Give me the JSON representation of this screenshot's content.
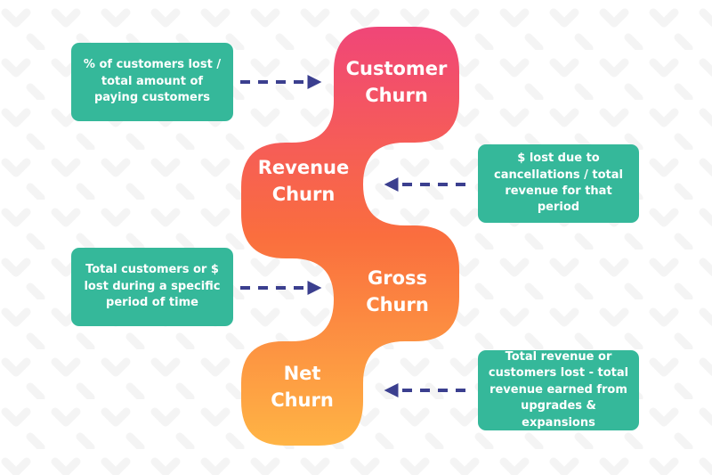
{
  "colors": {
    "gradient_top": "#f04678",
    "gradient_mid": "#fa6e3e",
    "gradient_bottom": "#ffb445",
    "box": "#35b89a",
    "arrow": "#3b3f8f",
    "pattern": "#f4f4f4"
  },
  "stages": [
    {
      "label": "Customer\nChurn"
    },
    {
      "label": "Revenue\nChurn"
    },
    {
      "label": "Gross\nChurn"
    },
    {
      "label": "Net\nChurn"
    }
  ],
  "definitions": [
    {
      "text": "% of customers lost /\ntotal amount of\npaying customers"
    },
    {
      "text": "$ lost due to\ncancellations / total\nrevenue for that\nperiod"
    },
    {
      "text": "Total customers or $\nlost during a specific\nperiod of time"
    },
    {
      "text": "Total revenue or\ncustomers lost - total\nrevenue earned from\nupgrades & expansions"
    }
  ]
}
